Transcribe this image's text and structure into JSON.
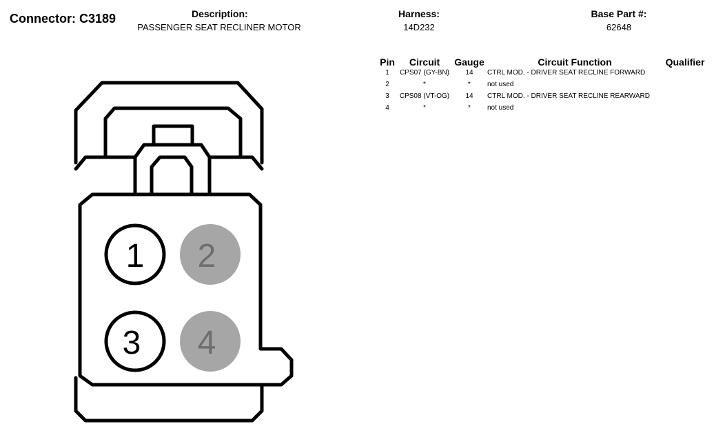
{
  "connector": {
    "label": "Connector: C3189"
  },
  "description": {
    "label": "Description:",
    "value": "PASSENGER SEAT RECLINER MOTOR"
  },
  "harness": {
    "label": "Harness:",
    "value": "14D232"
  },
  "base_part": {
    "label": "Base Part #:",
    "value": "62648"
  },
  "pin_table": {
    "headers": {
      "pin": "Pin",
      "circuit": "Circuit",
      "gauge": "Gauge",
      "circuit_function": "Circuit Function",
      "qualifier": "Qualifier"
    },
    "rows": [
      {
        "pin": "1",
        "circuit": "CPS07 (GY-BN)",
        "gauge": "14",
        "function": "CTRL MOD. - DRIVER SEAT RECLINE FORWARD",
        "qualifier": ""
      },
      {
        "pin": "2",
        "circuit": "*",
        "gauge": "*",
        "function": "not used",
        "qualifier": ""
      },
      {
        "pin": "3",
        "circuit": "CPS08 (VT-OG)",
        "gauge": "14",
        "function": "CTRL MOD. - DRIVER SEAT RECLINE REARWARD",
        "qualifier": ""
      },
      {
        "pin": "4",
        "circuit": "*",
        "gauge": "*",
        "function": "not used",
        "qualifier": ""
      }
    ]
  },
  "connector_face": {
    "pins": [
      {
        "number": "1",
        "used": true
      },
      {
        "number": "2",
        "used": false
      },
      {
        "number": "3",
        "used": true
      },
      {
        "number": "4",
        "used": false
      }
    ],
    "colors": {
      "outline": "#000000",
      "used_fill": "#ffffff",
      "unused_fill": "#a6a6a6",
      "unused_text": "#6e6e6e",
      "used_text": "#000000"
    }
  }
}
